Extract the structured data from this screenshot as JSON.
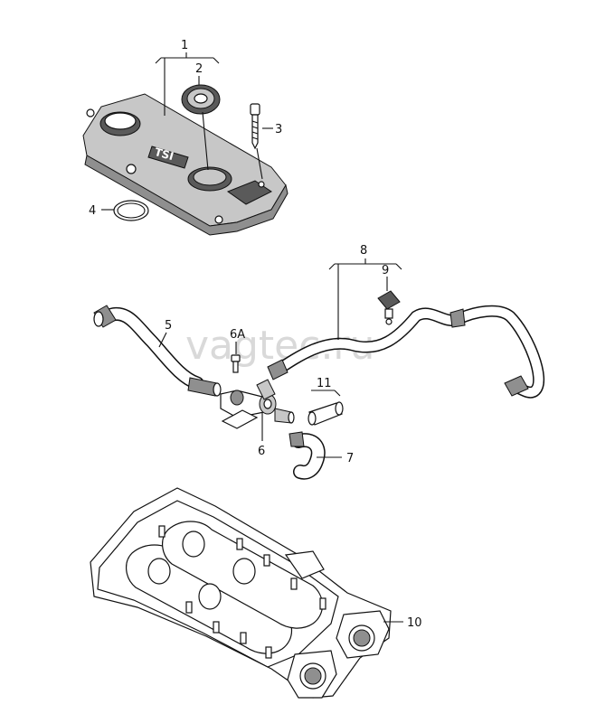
{
  "watermark": "vagtec.ru",
  "engine_cover_text": "TSI",
  "callouts": {
    "c1": "1",
    "c2": "2",
    "c3": "3",
    "c4": "4",
    "c5": "5",
    "c6": "6",
    "c6a": "6A",
    "c7": "7",
    "c8": "8",
    "c9": "9",
    "c10": "10",
    "c11": "11"
  }
}
